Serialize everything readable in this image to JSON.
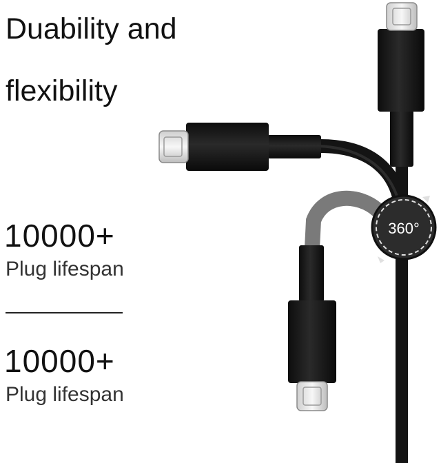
{
  "headline": {
    "line1": "Duability and",
    "line2": "flexibility"
  },
  "stats": [
    {
      "value": "10000+",
      "label": "Plug lifespan"
    },
    {
      "value": "10000+",
      "label": "Plug lifespan"
    }
  ],
  "badge": {
    "text": "360°"
  },
  "colors": {
    "cable": "#141414",
    "cable_highlight": "#7a7a7a",
    "connector_metal": "#e4e4e4",
    "badge_bg": "#2c2c2c"
  }
}
